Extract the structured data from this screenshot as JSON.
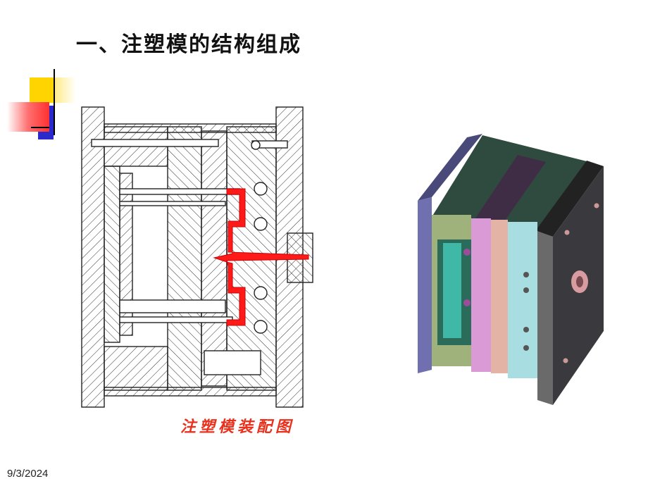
{
  "slide": {
    "title": "一、注塑模的结构组成",
    "caption": "注塑模装配图",
    "date": "9/3/2024"
  },
  "colors": {
    "accent_red": "#e8321e",
    "melt_flow": "#ff1a1a",
    "deco_yellow": "#ffd400",
    "deco_blue": "#2a2acc",
    "deco_pink": "#ff7a7a"
  },
  "figures": {
    "assembly_drawing": "cross-section drawing",
    "mold_3d_model": "3d-model"
  }
}
